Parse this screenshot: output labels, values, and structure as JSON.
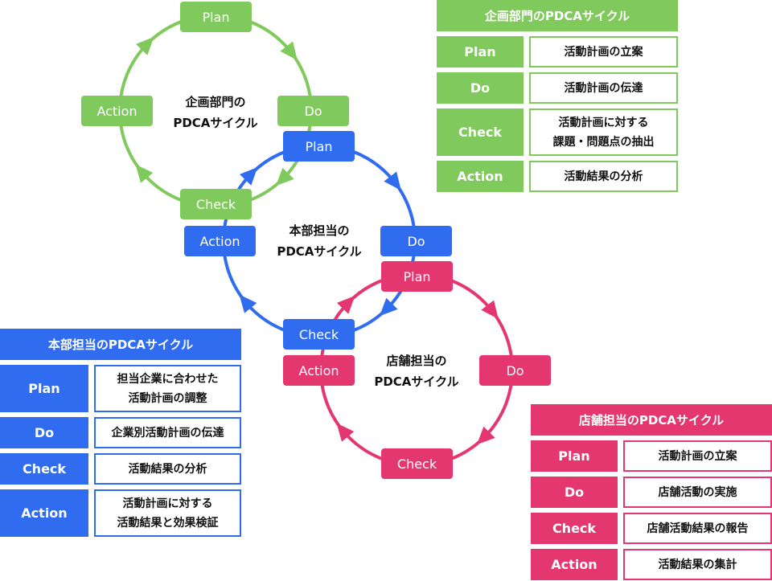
{
  "colors": {
    "planning": "#80c95c",
    "headquarters": "#2f6cf0",
    "store": "#e4376f",
    "text": "#111111"
  },
  "cycles": [
    {
      "label_lines": [
        "企画部門の",
        "PDCAサイクル"
      ],
      "steps": [
        "Plan",
        "Do",
        "Check",
        "Action"
      ]
    },
    {
      "label_lines": [
        "本部担当の",
        "PDCAサイクル"
      ],
      "steps": [
        "Plan",
        "Do",
        "Check",
        "Action"
      ]
    },
    {
      "label_lines": [
        "店舗担当の",
        "PDCAサイクル"
      ],
      "steps": [
        "Plan",
        "Do",
        "Check",
        "Action"
      ]
    }
  ],
  "tables": [
    {
      "title": "企画部門のPDCAサイクル",
      "rows": [
        {
          "step": "Plan",
          "desc": "活動計画の立案"
        },
        {
          "step": "Do",
          "desc": "活動計画の伝達"
        },
        {
          "step": "Check",
          "desc": "活動計画に対する\n課題・問題点の抽出"
        },
        {
          "step": "Action",
          "desc": "活動結果の分析"
        }
      ]
    },
    {
      "title": "本部担当のPDCAサイクル",
      "rows": [
        {
          "step": "Plan",
          "desc": "担当企業に合わせた\n活動計画の調整"
        },
        {
          "step": "Do",
          "desc": "企業別活動計画の伝達"
        },
        {
          "step": "Check",
          "desc": "活動結果の分析"
        },
        {
          "step": "Action",
          "desc": "活動計画に対する\n活動結果と効果検証"
        }
      ]
    },
    {
      "title": "店舗担当のPDCAサイクル",
      "rows": [
        {
          "step": "Plan",
          "desc": "活動計画の立案"
        },
        {
          "step": "Do",
          "desc": "店舗活動の実施"
        },
        {
          "step": "Check",
          "desc": "店舗活動結果の報告"
        },
        {
          "step": "Action",
          "desc": "活動結果の集計"
        }
      ]
    }
  ]
}
